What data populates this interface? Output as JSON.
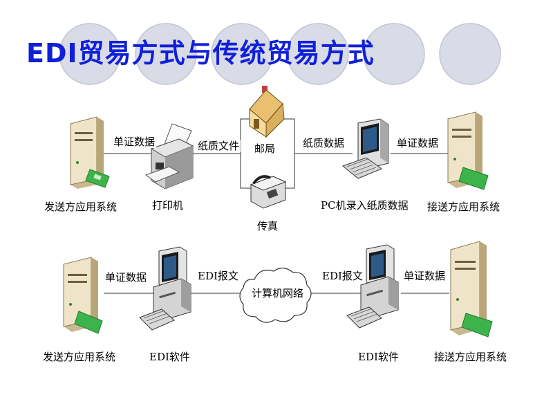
{
  "title": "EDI贸易方式与传统贸易方式",
  "traditional": {
    "sender_system": "发送方应用系统",
    "printer": "打印机",
    "post_office": "邮局",
    "fax": "传真",
    "pc_entry": "PC机录入纸质数据",
    "receiver_system": "接送方应用系统",
    "edge_sender_printer": "单证数据",
    "edge_printer_post": "纸质文件",
    "edge_post_pc": "纸质数据",
    "edge_pc_receiver": "单证数据"
  },
  "edi": {
    "sender_system": "发送方应用系统",
    "software_left": "EDI软件",
    "network": "计算机网络",
    "software_right": "EDI软件",
    "receiver_system": "接送方应用系统",
    "edge_sender_software": "单证数据",
    "edge_software_network": "EDI报文",
    "edge_network_software": "EDI报文",
    "edge_software_receiver": "单证数据"
  },
  "colors": {
    "title": "#1020d8",
    "deco_circle_fill": "#d9dbe6",
    "deco_circle_stroke": "#c2c5d4",
    "server_body": "#e8dcc0",
    "card_green": "#3cb44b"
  }
}
